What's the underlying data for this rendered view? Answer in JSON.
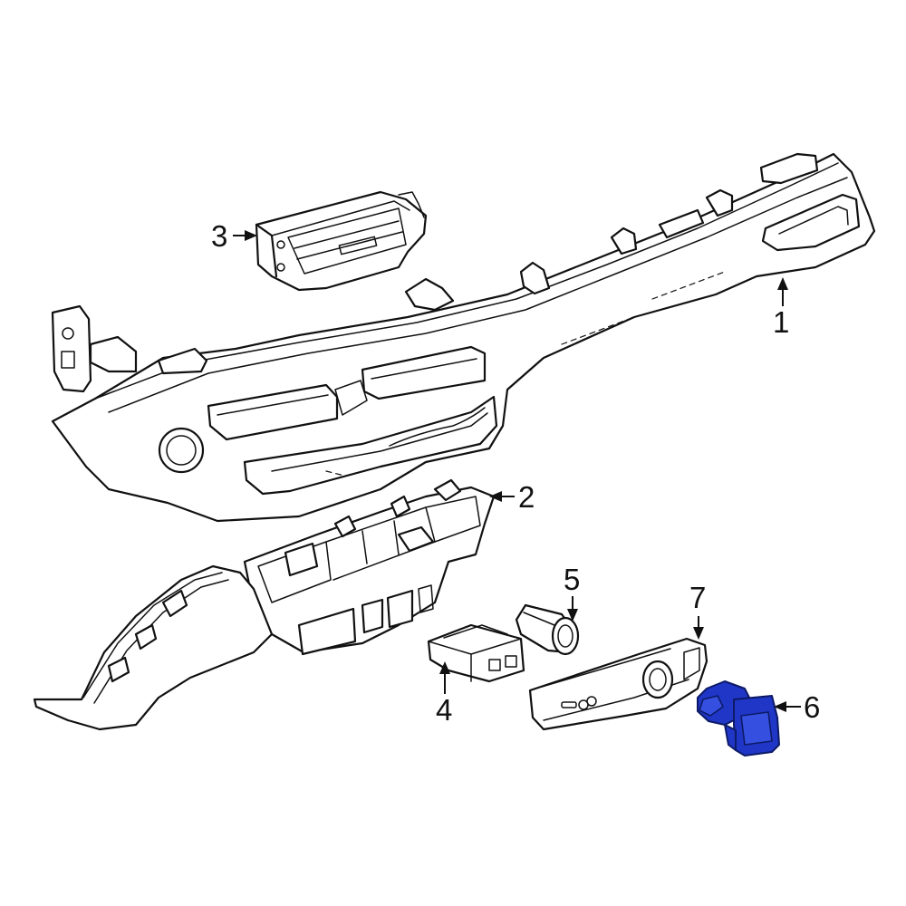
{
  "diagram": {
    "highlight_color": "#2036c8",
    "line_color": "#111111",
    "callouts": [
      {
        "id": "1",
        "label": "1"
      },
      {
        "id": "2",
        "label": "2"
      },
      {
        "id": "3",
        "label": "3"
      },
      {
        "id": "4",
        "label": "4"
      },
      {
        "id": "5",
        "label": "5"
      },
      {
        "id": "6",
        "label": "6"
      },
      {
        "id": "7",
        "label": "7"
      }
    ]
  }
}
